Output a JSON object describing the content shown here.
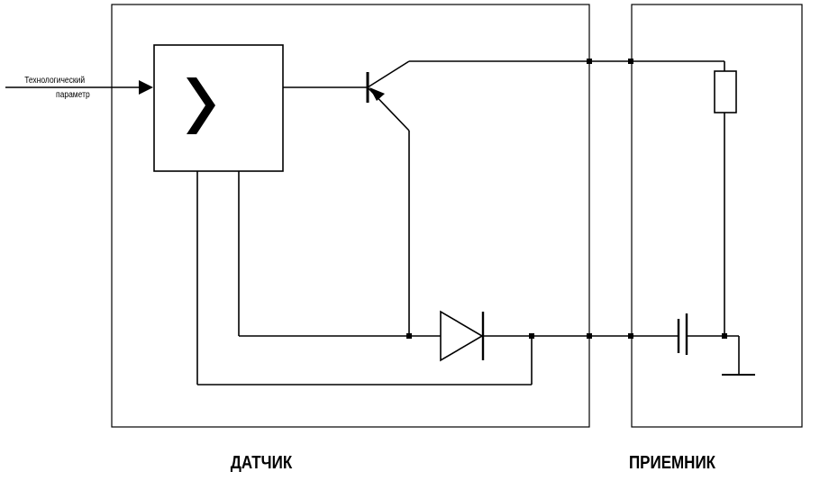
{
  "input": {
    "line1": "Технологический",
    "line2": "параметр"
  },
  "blocks": {
    "sensor_label": "ДАТЧИК",
    "receiver_label": "ПРИЕМНИК"
  },
  "comparator_symbol": "chevron-greater-than-icon"
}
